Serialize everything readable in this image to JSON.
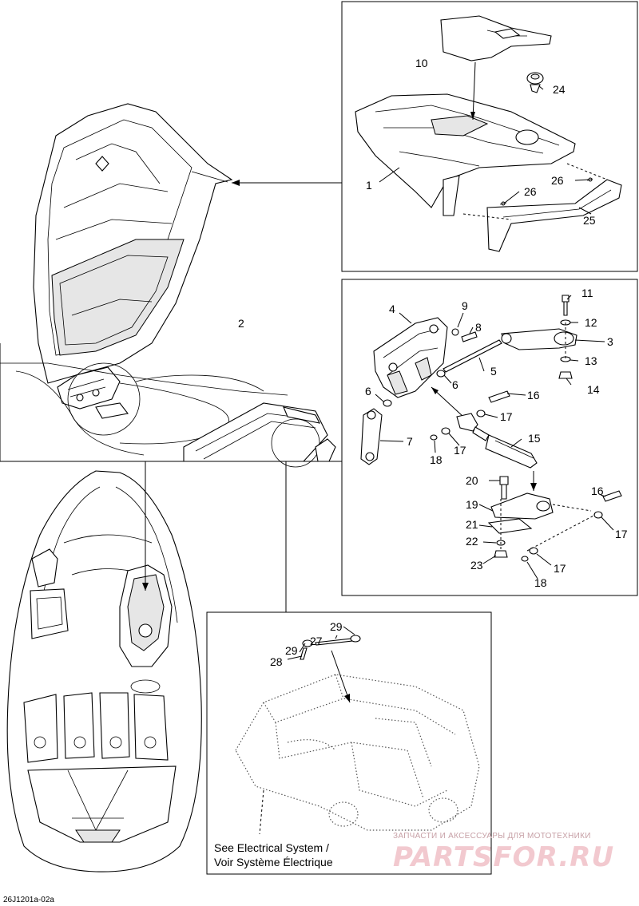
{
  "callouts": {
    "c1": "1",
    "c2": "2",
    "c3": "3",
    "c4": "4",
    "c5": "5",
    "c6a": "6",
    "c6b": "6",
    "c7": "7",
    "c8": "8",
    "c9": "9",
    "c10": "10",
    "c11": "11",
    "c12": "12",
    "c13": "13",
    "c14": "14",
    "c15": "15",
    "c16a": "16",
    "c16b": "16",
    "c17a": "17",
    "c17b": "17",
    "c17c": "17",
    "c17d": "17",
    "c18a": "18",
    "c18b": "18",
    "c19": "19",
    "c20": "20",
    "c21": "21",
    "c22": "22",
    "c23": "23",
    "c24": "24",
    "c25": "25",
    "c26a": "26",
    "c26b": "26",
    "c27": "27",
    "c28": "28",
    "c29a": "29",
    "c29b": "29"
  },
  "note": {
    "line1": "See Electrical System /",
    "line2": "Voir Système Électrique"
  },
  "drawing_id": "26J1201a-02a",
  "watermark": {
    "small": "ЗАПЧАСТИ И АКСЕССУАРЫ ДЛЯ МОТОТЕХНИКИ",
    "big": "PARTSFOR.RU"
  },
  "colors": {
    "line": "#000000",
    "shade": "#e6e6e6",
    "watermark": "#f2c9cf"
  }
}
